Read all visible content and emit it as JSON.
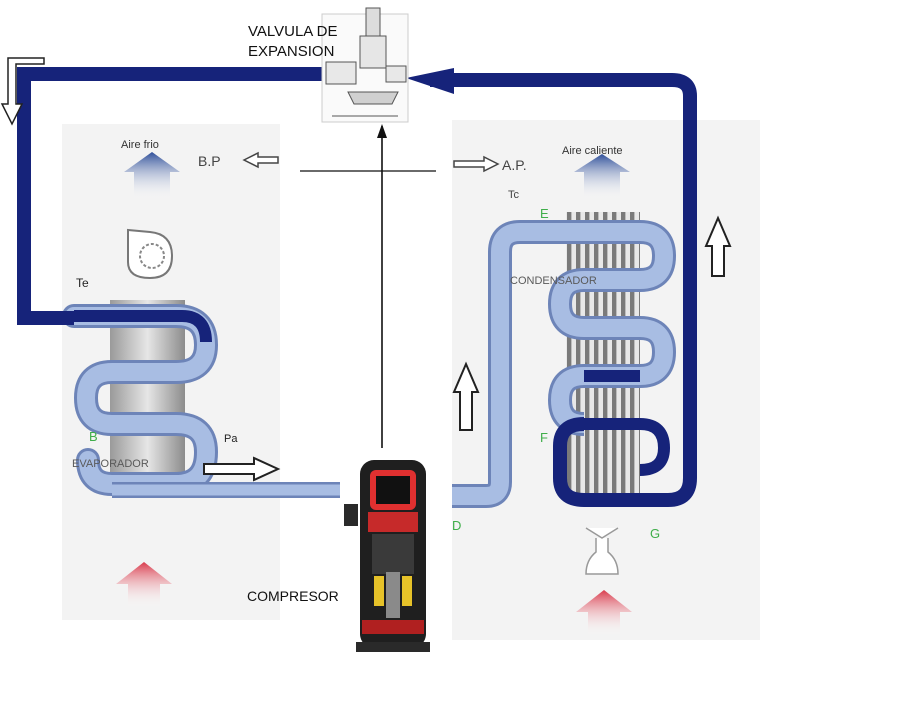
{
  "title_lines": [
    "VALVULA DE",
    "EXPANSION"
  ],
  "labels": {
    "air_cold": "Aire frio",
    "air_hot": "Aire caliente",
    "bp": "B.P",
    "ap": "A.P.",
    "tc": "Tc",
    "te": "Te",
    "pa": "Pa",
    "condenser": "CONDENSADOR",
    "evaporator": "EVAPORADOR",
    "compressor": "COMPRESOR"
  },
  "points": {
    "b": "B",
    "d": "D",
    "e": "E",
    "f": "F",
    "g": "G"
  },
  "colors": {
    "pipe_high": "#16237a",
    "pipe_low": "#9fb4dc",
    "pipe_low_edge": "#6d84b8",
    "air_cold_arrow": "#2f4f9a",
    "air_hot_arrow": "#d93b4c",
    "point_label": "#3fae4a"
  }
}
